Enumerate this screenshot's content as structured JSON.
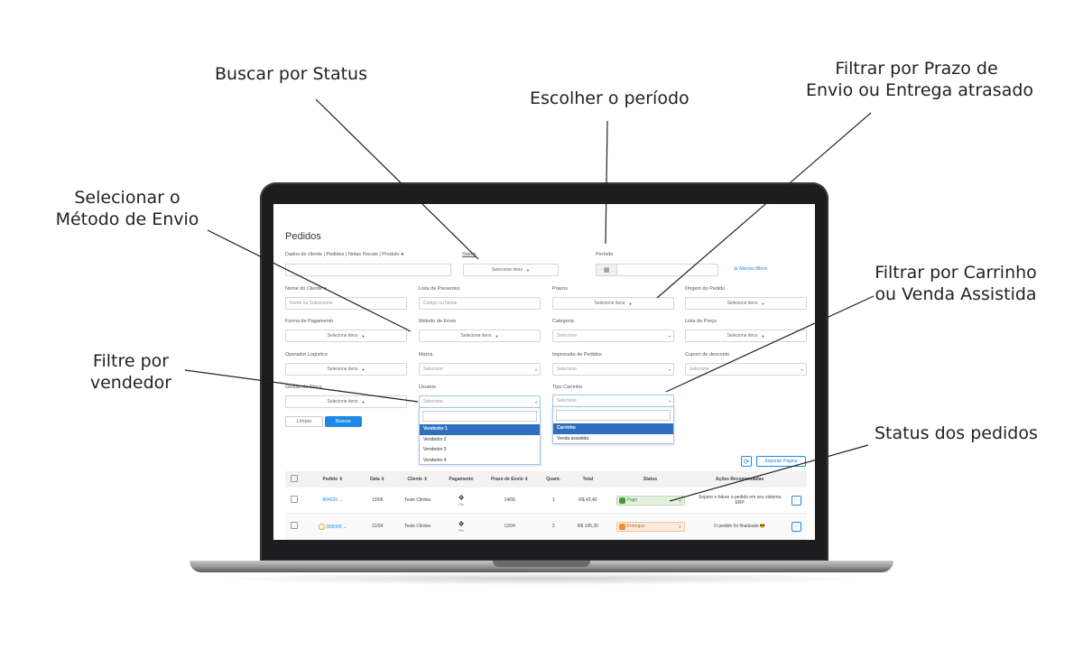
{
  "callouts": {
    "status": "Buscar por Status",
    "periodo": "Escolher o período",
    "prazo_line1": "Filtrar por Prazo de",
    "prazo_line2": "Envio ou Entrega atrasado",
    "metodo_line1": "Selecionar o",
    "metodo_line2": "Método de Envio",
    "carrinho_line1": "Filtrar por Carrinho",
    "carrinho_line2": "ou Venda Assistida",
    "vendedor_line1": "Filtre por",
    "vendedor_line2": "vendedor",
    "status_pedidos": "Status dos pedidos"
  },
  "page": {
    "title": "Pedidos"
  },
  "filters": {
    "dados_label": "Dados do cliente | Pedidos | Notas Fiscais | Produto",
    "status_label": "Status",
    "status_placeholder": "Selecione itens",
    "periodo_label": "Período",
    "menos_filtros": "Menos filtros",
    "nome_label": "Nome do Cliente",
    "nome_placeholder": "Nome ou Sobrenome",
    "lista_label": "Lista de Presentes",
    "lista_placeholder": "Código ou Nome",
    "prazos_label": "Prazos",
    "prazos_placeholder": "Selecione itens",
    "origem_label": "Origem do Pedido",
    "origem_placeholder": "Selecione itens",
    "forma_label": "Forma de Pagamento",
    "forma_placeholder": "Selecione itens",
    "metodo_label": "Método de Envio",
    "metodo_placeholder": "Selecione itens",
    "categoria_label": "Categoria",
    "categoria_placeholder": "Selecione",
    "listapreco_label": "Lista de Preço",
    "listapreco_placeholder": "Selecione itens",
    "operador_label": "Operador Logístico",
    "operador_placeholder": "Selecione itens",
    "marca_label": "Marca",
    "marca_placeholder": "Selecione",
    "impressao_label": "Impressão de Pedidos",
    "impressao_placeholder": "Selecione",
    "cupom_label": "Cupom de desconto",
    "cupom_placeholder": "Selecione",
    "gestao_label": "Gestão de Risco",
    "gestao_placeholder": "Selecione itens",
    "usuario_label": "Usuário",
    "usuario_placeholder": "Selecione",
    "tipo_label": "Tipo Carrinho",
    "tipo_placeholder": "Selecione",
    "limpar": "Limpar",
    "buscar": "Buscar",
    "usuario_options": [
      "Vendedor 1",
      "Vendedor 2",
      "Vendedor 3",
      "Vendedor 4"
    ],
    "tipo_options": [
      "Carrinho",
      "Venda assistida"
    ]
  },
  "toolbar": {
    "export": "Exportar Página"
  },
  "table": {
    "headers": [
      "Pedido",
      "Data",
      "Cliente",
      "Pagamento",
      "Prazo de Envio",
      "Quant.",
      "Total",
      "Status",
      "Ações Recomendadas"
    ],
    "rows": [
      {
        "pedido": "804520",
        "data": "13/06",
        "cliente": "Teste Climba",
        "pagamento": "Pix",
        "prazo": "14/06",
        "quant": "1",
        "total": "R$ 43,40",
        "status": "Pago",
        "acao": "Separe e fature o pedido em seu sistema ERP"
      },
      {
        "pedido": "805005",
        "data": "11/04",
        "cliente": "Teste Climba",
        "pagamento": "Pix",
        "prazo": "12/04",
        "quant": "3",
        "total": "R$ 195,30",
        "status": "Entregue",
        "acao": "O pedido foi finalizado 😎"
      }
    ]
  }
}
